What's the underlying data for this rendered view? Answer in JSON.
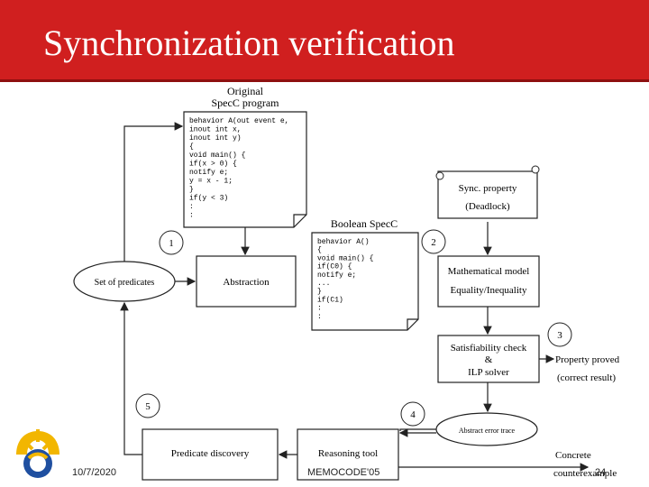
{
  "slide": {
    "title": "Synchronization verification",
    "footer_date": "10/7/2020",
    "footer_conf": "MEMOCODE'05",
    "page_number": "24"
  },
  "diagram": {
    "original_label_1": "Original",
    "original_label_2": "SpecC program",
    "orig_code": [
      "behavior A(out event e,",
      "           inout int x,",
      "           inout int y)",
      "{",
      "  void main() {",
      "    if(x > 0) {",
      "      notify e;",
      "      y = x - 1;",
      "    }",
      "    if(y < 3)",
      "      :",
      "      :"
    ],
    "boolean_label": "Boolean SpecC",
    "bool_code": [
      "behavior A()",
      "{",
      "  void main() {",
      "    if(C0) {",
      "      notify e;",
      "      ...",
      "    }",
      "    if(C1)",
      "      :",
      "      :"
    ],
    "sync_property_1": "Sync. property",
    "sync_property_2": "(Deadlock)",
    "set_of_predicates": "Set of predicates",
    "abstraction": "Abstraction",
    "math_model_1": "Mathematical model",
    "math_model_2": "Equality/Inequality",
    "sat_check_1": "Satisfiability check",
    "sat_check_2": "&",
    "sat_check_3": "ILP solver",
    "property_proved": "Property proved",
    "correct_result": "(correct result)",
    "abstract_error_trace": "Abstract error trace",
    "predicate_discovery": "Predicate discovery",
    "reasoning_tool": "Reasoning tool",
    "concrete": "Concrete",
    "counterexample": "counterexample",
    "step_1": "1",
    "step_2": "2",
    "step_3": "3",
    "step_4": "4",
    "step_5": "5"
  },
  "colors": {
    "header": "#d01f1f",
    "logo_yellow": "#f2b600",
    "logo_blue": "#1f4fa0"
  }
}
